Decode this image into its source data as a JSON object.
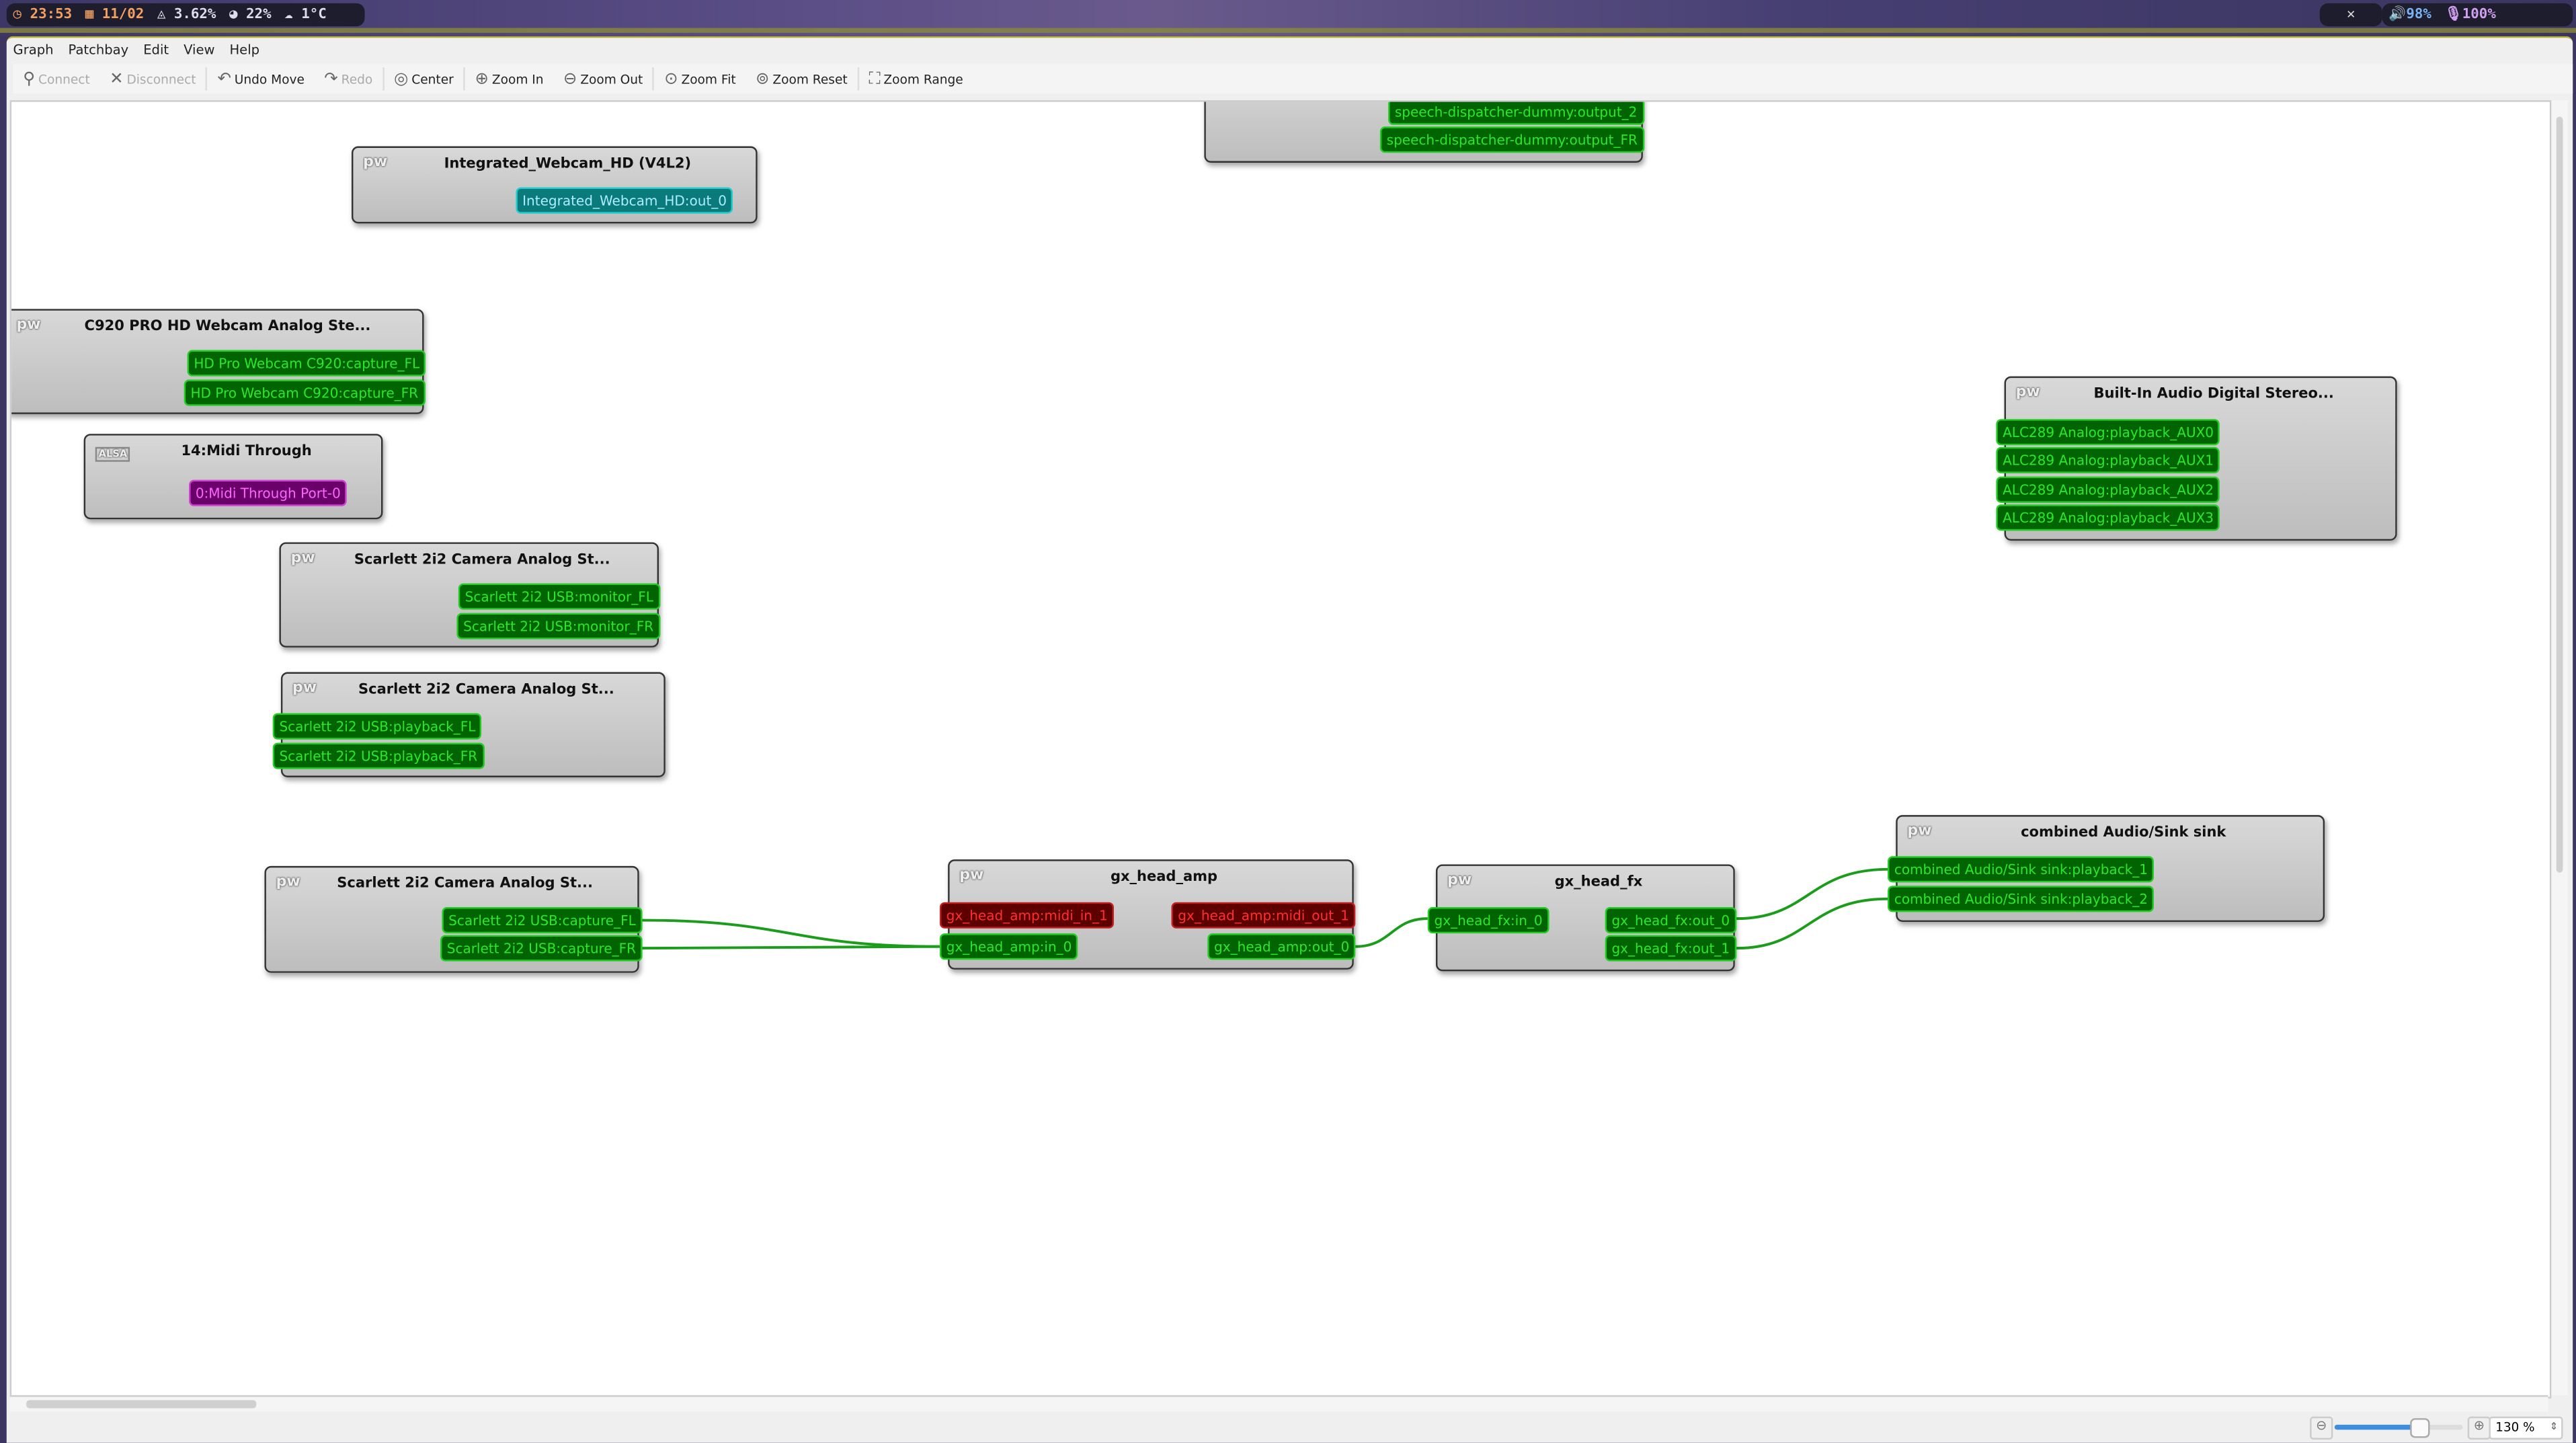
{
  "topbar": {
    "time": "23:53",
    "date": "11/02",
    "cpu": "3.62%",
    "memory": "22%",
    "weather": "1°C",
    "volume": "98%",
    "mic": "100%"
  },
  "menu": [
    "Graph",
    "Patchbay",
    "Edit",
    "View",
    "Help"
  ],
  "toolbar": [
    {
      "label": "Connect",
      "icon": "connect-icon",
      "enabled": false
    },
    {
      "label": "Disconnect",
      "icon": "disconnect-icon",
      "enabled": false
    },
    {
      "label": "Undo Move",
      "icon": "undo-icon",
      "enabled": true
    },
    {
      "label": "Redo",
      "icon": "redo-icon",
      "enabled": false
    },
    {
      "label": "Center",
      "icon": "center-icon",
      "enabled": true
    },
    {
      "label": "Zoom In",
      "icon": "zoom-in-icon",
      "enabled": true
    },
    {
      "label": "Zoom Out",
      "icon": "zoom-out-icon",
      "enabled": true
    },
    {
      "label": "Zoom Fit",
      "icon": "zoom-fit-icon",
      "enabled": true
    },
    {
      "label": "Zoom Reset",
      "icon": "zoom-reset-icon",
      "enabled": true
    },
    {
      "label": "Zoom Range",
      "icon": "zoom-range-icon",
      "enabled": true
    }
  ],
  "nodes": [
    {
      "id": "speech",
      "title": "",
      "icon": "pw",
      "ports": [
        {
          "label": "speech-dispatcher-dummy:output_2",
          "type": "audio"
        },
        {
          "label": "speech-dispatcher-dummy:output_FR",
          "type": "audio"
        }
      ]
    },
    {
      "id": "webcam",
      "title": "Integrated_Webcam_HD (V4L2)",
      "icon": "pw",
      "ports": [
        {
          "label": "Integrated_Webcam_HD:out_0",
          "type": "video"
        }
      ]
    },
    {
      "id": "c920",
      "title": "C920 PRO HD Webcam Analog Ste...",
      "icon": "pw",
      "ports": [
        {
          "label": "HD Pro Webcam C920:capture_FL",
          "type": "audio"
        },
        {
          "label": "HD Pro Webcam C920:capture_FR",
          "type": "audio"
        }
      ]
    },
    {
      "id": "midi",
      "title": "14:Midi Through",
      "icon": "ALSA",
      "ports": [
        {
          "label": "0:Midi Through Port-0",
          "type": "alsa"
        }
      ]
    },
    {
      "id": "scarmon",
      "title": "Scarlett 2i2 Camera Analog St...",
      "icon": "pw",
      "ports": [
        {
          "label": "Scarlett 2i2 USB:monitor_FL",
          "type": "audio"
        },
        {
          "label": "Scarlett 2i2 USB:monitor_FR",
          "type": "audio"
        }
      ]
    },
    {
      "id": "scarplay",
      "title": "Scarlett 2i2 Camera Analog St...",
      "icon": "pw",
      "ports": [
        {
          "label": "Scarlett 2i2 USB:playback_FL",
          "type": "audio"
        },
        {
          "label": "Scarlett 2i2 USB:playback_FR",
          "type": "audio"
        }
      ]
    },
    {
      "id": "scarcap",
      "title": "Scarlett 2i2 Camera Analog St...",
      "icon": "pw",
      "ports": [
        {
          "label": "Scarlett 2i2 USB:capture_FL",
          "type": "audio"
        },
        {
          "label": "Scarlett 2i2 USB:capture_FR",
          "type": "audio"
        }
      ]
    },
    {
      "id": "amp",
      "title": "gx_head_amp",
      "icon": "pw",
      "ports": [
        {
          "label": "gx_head_amp:midi_in_1",
          "type": "midi"
        },
        {
          "label": "gx_head_amp:midi_out_1",
          "type": "midi"
        },
        {
          "label": "gx_head_amp:in_0",
          "type": "audio"
        },
        {
          "label": "gx_head_amp:out_0",
          "type": "audio"
        }
      ]
    },
    {
      "id": "fx",
      "title": "gx_head_fx",
      "icon": "pw",
      "ports": [
        {
          "label": "gx_head_fx:in_0",
          "type": "audio"
        },
        {
          "label": "gx_head_fx:out_0",
          "type": "audio"
        },
        {
          "label": "gx_head_fx:out_1",
          "type": "audio"
        }
      ]
    },
    {
      "id": "sink",
      "title": "combined Audio/Sink sink",
      "icon": "pw",
      "ports": [
        {
          "label": "combined Audio/Sink sink:playback_1",
          "type": "audio"
        },
        {
          "label": "combined Audio/Sink sink:playback_2",
          "type": "audio"
        }
      ]
    },
    {
      "id": "builtin",
      "title": "Built-In Audio Digital Stereo...",
      "icon": "pw",
      "ports": [
        {
          "label": "ALC289 Analog:playback_AUX0",
          "type": "audio"
        },
        {
          "label": "ALC289 Analog:playback_AUX1",
          "type": "audio"
        },
        {
          "label": "ALC289 Analog:playback_AUX2",
          "type": "audio"
        },
        {
          "label": "ALC289 Analog:playback_AUX3",
          "type": "audio"
        }
      ]
    }
  ],
  "connections": [
    {
      "from": "Scarlett 2i2 USB:capture_FL",
      "to": "gx_head_amp:in_0"
    },
    {
      "from": "Scarlett 2i2 USB:capture_FR",
      "to": "gx_head_amp:in_0"
    },
    {
      "from": "gx_head_amp:out_0",
      "to": "gx_head_fx:in_0"
    },
    {
      "from": "gx_head_fx:out_0",
      "to": "combined Audio/Sink sink:playback_1"
    },
    {
      "from": "gx_head_fx:out_1",
      "to": "combined Audio/Sink sink:playback_2"
    }
  ],
  "zoom": {
    "value": "130 %",
    "slider_fraction": 0.65
  },
  "colors": {
    "audio": "#006400",
    "midi": "#5e0000",
    "video": "#0a7a7a",
    "alsa": "#6a006a",
    "accent": "#3d8ee0"
  }
}
